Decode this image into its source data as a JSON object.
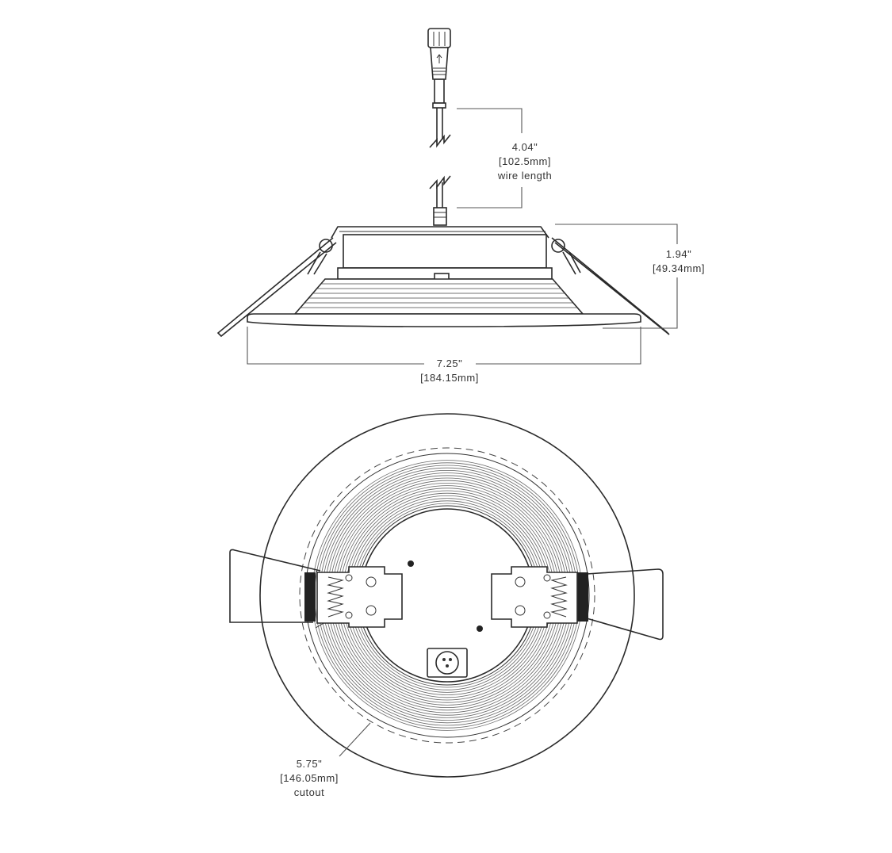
{
  "side_view": {
    "wire_dimension": {
      "inches": "4.04\"",
      "mm": "[102.5mm]",
      "note": "wire length"
    },
    "height_dimension": {
      "inches": "1.94\"",
      "mm": "[49.34mm]"
    },
    "width_dimension": {
      "inches": "7.25\"",
      "mm": "[184.15mm]"
    }
  },
  "bottom_view": {
    "cutout_dimension": {
      "inches": "5.75\"",
      "mm": "[146.05mm]",
      "note": "cutout"
    }
  },
  "colors": {
    "line": "#2a2a2a",
    "background": "#ffffff"
  }
}
